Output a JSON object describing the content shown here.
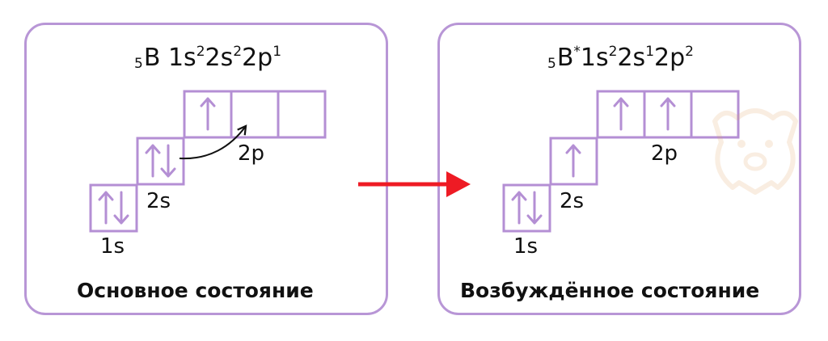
{
  "left": {
    "element_prefix": "5",
    "element": "B",
    "config": [
      {
        "base": "1s",
        "exp": "2"
      },
      {
        "base": "2s",
        "exp": "2"
      },
      {
        "base": "2p",
        "exp": "1"
      }
    ],
    "labels": {
      "s1": "1s",
      "s2": "2s",
      "p2": "2p"
    },
    "caption": "Основное состояние"
  },
  "right": {
    "element_prefix": "5",
    "element": "B",
    "star": "*",
    "config": [
      {
        "base": "1s",
        "exp": "2"
      },
      {
        "base": "2s",
        "exp": "1"
      },
      {
        "base": "2p",
        "exp": "2"
      }
    ],
    "labels": {
      "s1": "1s",
      "s2": "2s",
      "p2": "2p"
    },
    "caption": "Возбуждённое состояние"
  },
  "colors": {
    "border": "#b896d6",
    "cell": "#b48fd4",
    "arrow": "#ee1b24"
  }
}
